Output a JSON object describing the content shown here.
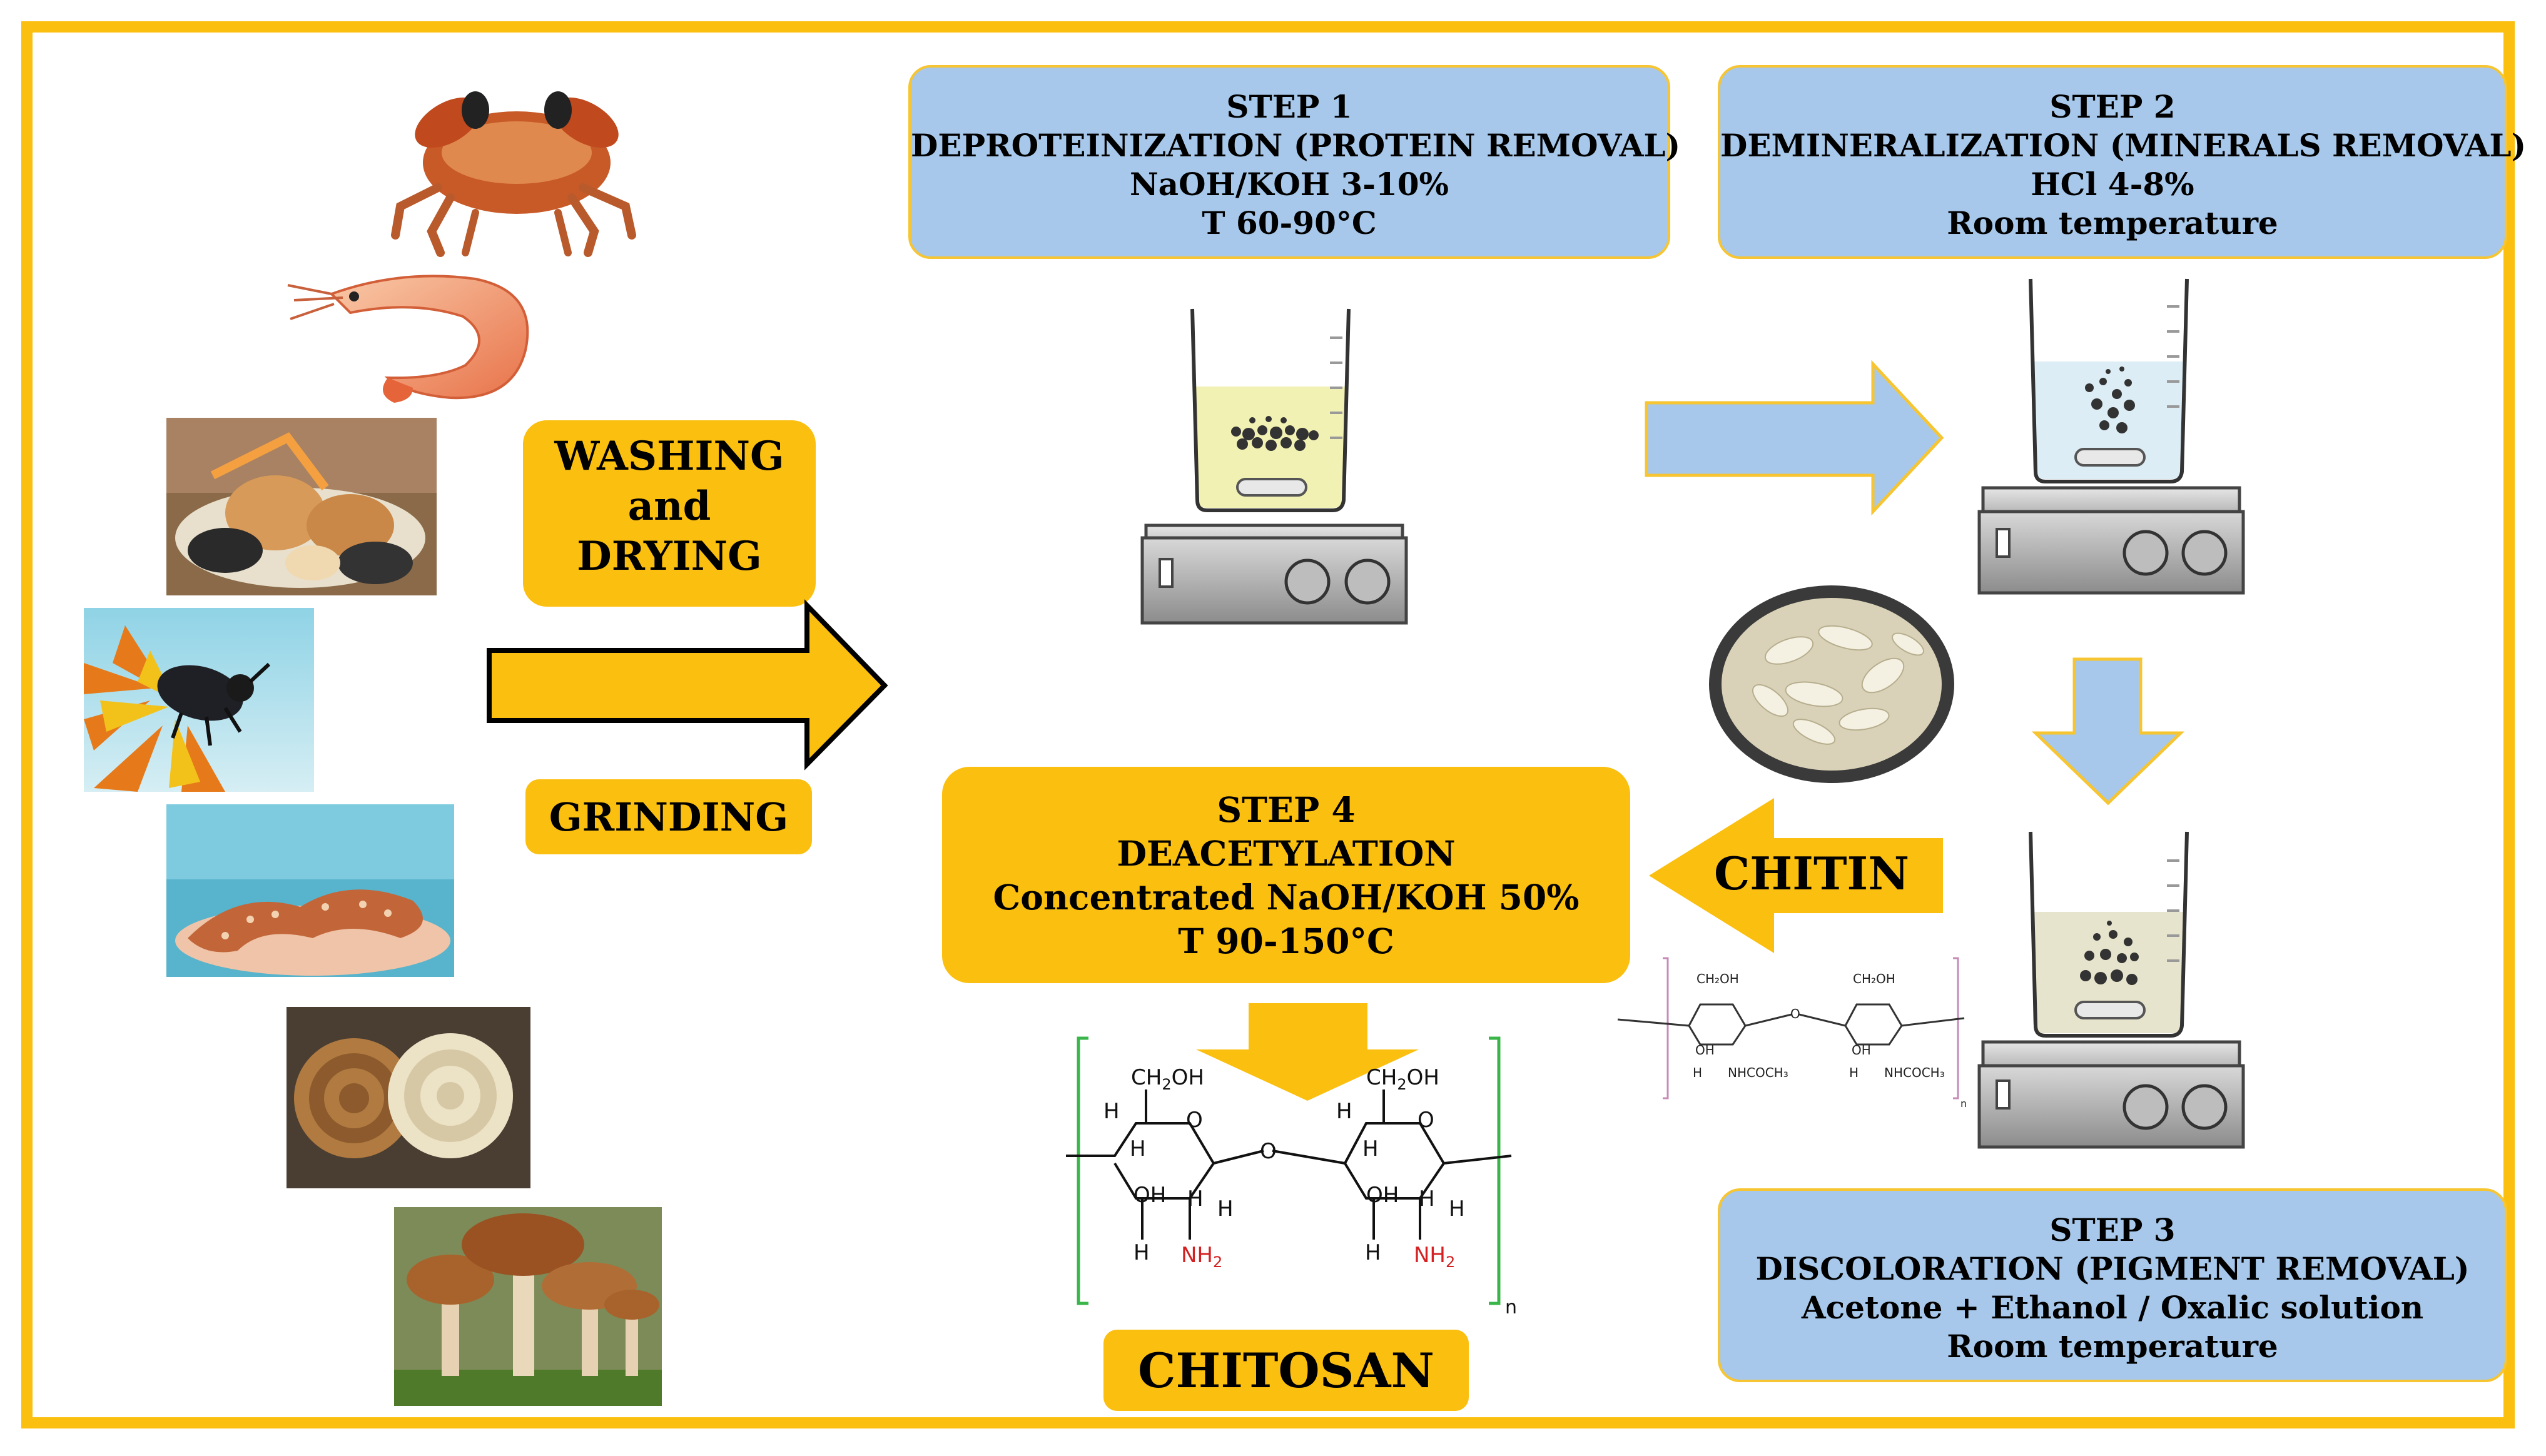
{
  "step1": {
    "title": "STEP 1",
    "line1": "DEPROTEINIZATION (PROTEIN REMOVAL)",
    "line2": "NaOH/KOH 3-10%",
    "line3": "T 60-90°C"
  },
  "step2": {
    "title": "STEP 2",
    "line1": "DEMINERALIZATION (MINERALS REMOVAL)",
    "line2": "HCl 4-8%",
    "line3": "Room temperature"
  },
  "step3": {
    "title": "STEP 3",
    "line1": "DISCOLORATION (PIGMENT REMOVAL)",
    "line2": "Acetone + Ethanol / Oxalic solution",
    "line3": "Room temperature"
  },
  "step4": {
    "title": "STEP 4",
    "line1": "DEACETYLATION",
    "line2": "Concentrated NaOH/KOH 50%",
    "line3": "T 90-150°C"
  },
  "pretreatment": {
    "washing": "WASHING",
    "and": "and",
    "drying": "DRYING",
    "grinding": "GRINDING"
  },
  "products": {
    "chitin": "CHITIN",
    "chitosan": "CHITOSAN"
  },
  "chitosan_structure": {
    "ch2oh": "CH",
    "two": "2",
    "oh": "OH",
    "o": "O",
    "h": "H",
    "nh": "NH",
    "n": "n"
  },
  "chitin_structure": {
    "ch2oh": "CH₂OH",
    "nhcoch3": "NHCOCH₃",
    "oh": "OH",
    "o": "O",
    "h": "H",
    "n": "n"
  },
  "sources": [
    "crab",
    "shrimp",
    "shellfish",
    "beetle",
    "octopus",
    "ammonite",
    "mushrooms"
  ],
  "colors": {
    "frame": "#fbbf0f",
    "gold": "#fbbf0f",
    "blue_box": "#a7c8ea",
    "blue_arrow": "#a7c8ea",
    "amine_red": "#d42020",
    "bracket_green": "#39b54a"
  }
}
